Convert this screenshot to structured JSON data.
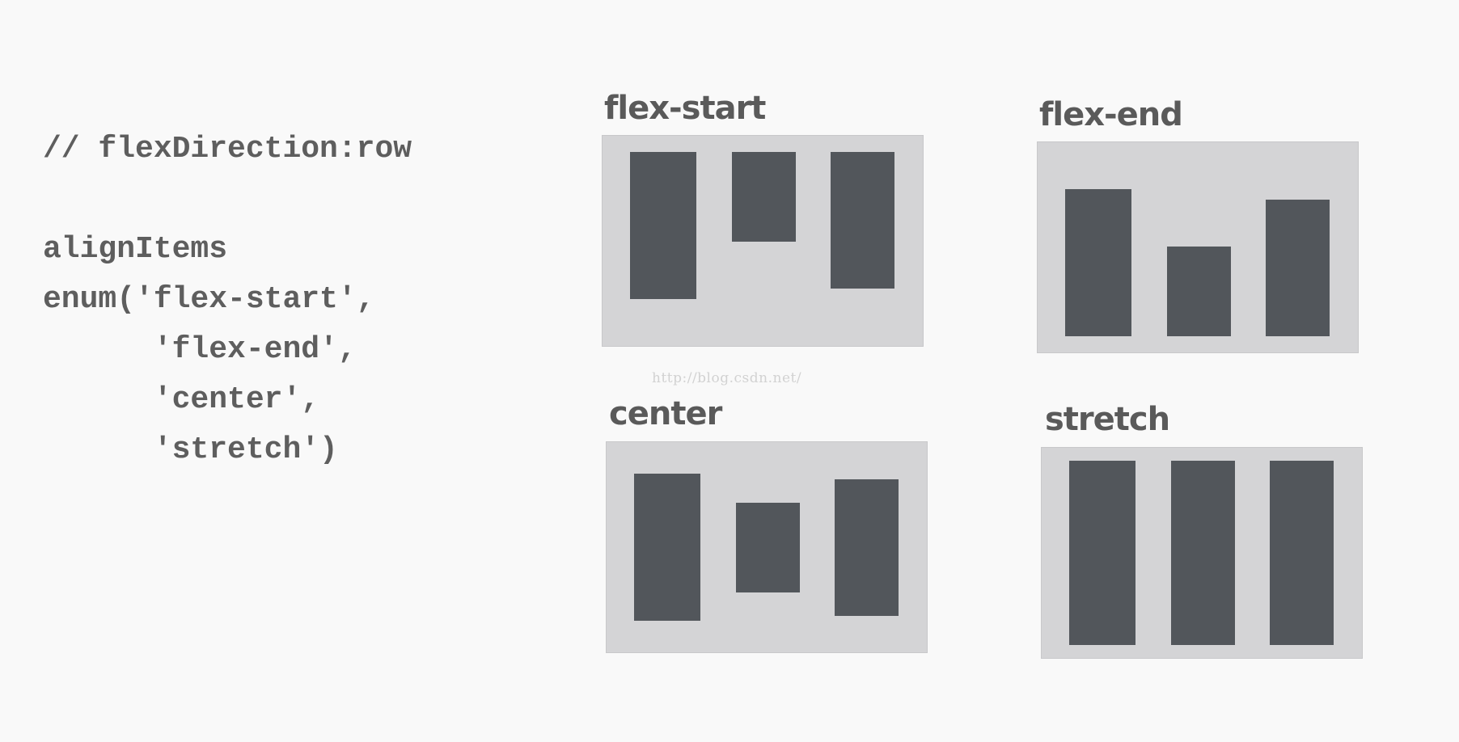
{
  "code": {
    "lines": [
      "// flexDirection:row",
      "alignItems",
      "enum('flex-start',",
      "      'flex-end',",
      "      'center',",
      "      'stretch')"
    ]
  },
  "panels": [
    {
      "title": "flex-start",
      "align": "flex-start",
      "bar_heights": [
        182,
        111,
        169
      ]
    },
    {
      "title": "flex-end",
      "align": "flex-end",
      "bar_heights": [
        182,
        111,
        169
      ]
    },
    {
      "title": "center",
      "align": "center",
      "bar_heights": [
        182,
        111,
        169
      ]
    },
    {
      "title": "stretch",
      "align": "stretch",
      "bar_heights": [
        228,
        228,
        228
      ]
    }
  ],
  "watermark": "http://blog.csdn.net/",
  "colors": {
    "background": "#f9f9f9",
    "panel": "#d4d4d6",
    "bar": "#52565b",
    "text": "#5e5e5e"
  }
}
